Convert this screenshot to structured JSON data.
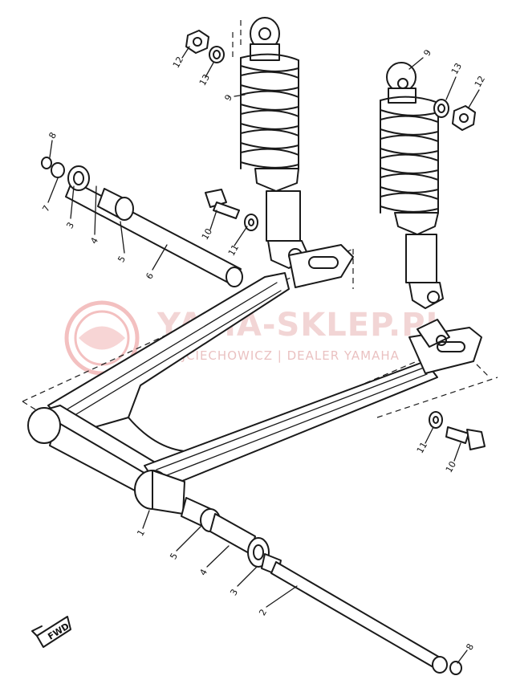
{
  "watermark": {
    "brand": "YAMA-SKLEP.PL",
    "tagline": "WOJCIECHOWICZ | DEALER YAMAHA",
    "logo_color": "#e57373"
  },
  "direction_badge": "FWD",
  "callouts": [
    {
      "id": "c12a",
      "text": "12"
    },
    {
      "id": "c13a",
      "text": "13"
    },
    {
      "id": "c9a",
      "text": "9"
    },
    {
      "id": "c9b",
      "text": "9"
    },
    {
      "id": "c13b",
      "text": "13"
    },
    {
      "id": "c12b",
      "text": "12"
    },
    {
      "id": "c8a",
      "text": "8"
    },
    {
      "id": "c7",
      "text": "7"
    },
    {
      "id": "c3a",
      "text": "3"
    },
    {
      "id": "c4a",
      "text": "4"
    },
    {
      "id": "c5a",
      "text": "5"
    },
    {
      "id": "c6",
      "text": "6"
    },
    {
      "id": "c10a",
      "text": "10"
    },
    {
      "id": "c11a",
      "text": "11"
    },
    {
      "id": "c11b",
      "text": "11"
    },
    {
      "id": "c10b",
      "text": "10"
    },
    {
      "id": "c1",
      "text": "1"
    },
    {
      "id": "c5b",
      "text": "5"
    },
    {
      "id": "c4b",
      "text": "4"
    },
    {
      "id": "c3b",
      "text": "3"
    },
    {
      "id": "c2",
      "text": "2"
    },
    {
      "id": "c8b",
      "text": "8"
    }
  ]
}
